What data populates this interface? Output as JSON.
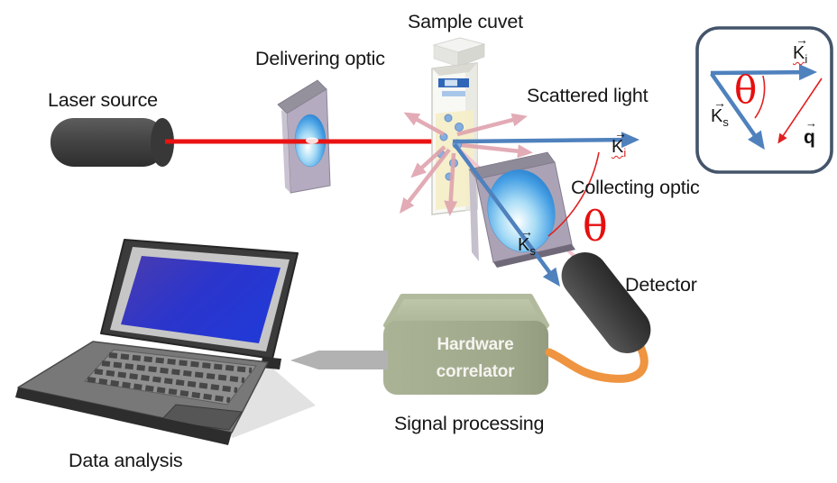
{
  "diagram": {
    "labels": {
      "laser_source": "Laser source",
      "delivering_optic": "Delivering optic",
      "sample_cuvet": "Sample cuvet",
      "scattered_light": "Scattered light",
      "collecting_optic": "Collecting optic",
      "detector": "Detector",
      "signal_processing": "Signal processing",
      "data_analysis": "Data analysis",
      "hardware_correlator": {
        "line1": "Hardware",
        "line2": "correlator"
      },
      "theta": "θ"
    },
    "vectors": {
      "arrow_glyph": "→",
      "k_incident": {
        "base": "K",
        "sub": "i"
      },
      "k_scattered": {
        "base": "K",
        "sub": "s"
      }
    },
    "inset": {
      "theta": "θ",
      "k_i": {
        "base": "K",
        "sub": "i"
      },
      "k_s": {
        "base": "K",
        "sub": "s"
      },
      "q": "q"
    },
    "colors": {
      "laser_beam_red": "#ea1212",
      "wave_vector_blue": "#4f81bd",
      "scattered_pink": "#dfa3ad",
      "theta_red": "#e60f0f",
      "correlator_green": "#a6ae91",
      "cable_orange": "#ef9440",
      "inset_border": "#44546a",
      "optic_lavender": "#aba3b5",
      "screen_blue": "#2431cf"
    }
  }
}
